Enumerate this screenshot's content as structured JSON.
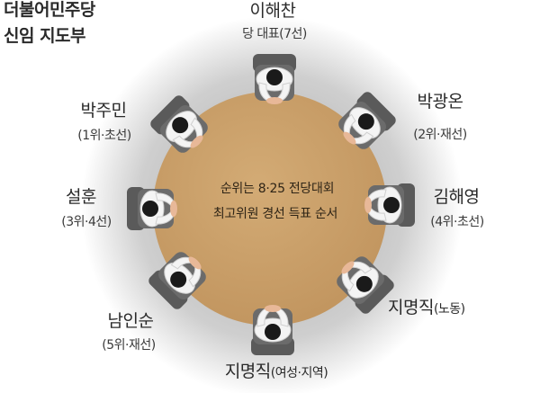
{
  "title": {
    "line1": "더불어민주당",
    "line2": "신임 지도부"
  },
  "center_note": {
    "line1": "순위는 8·25 전당대회",
    "line2": "최고위원 경선 득표 순서"
  },
  "members": [
    {
      "name": "이해찬",
      "role": "당 대표(7선)"
    },
    {
      "name": "박광온",
      "role": "(2위·재선)"
    },
    {
      "name": "김해영",
      "role": "(4위·초선)"
    },
    {
      "name": "지명직",
      "role": "(노동)"
    },
    {
      "name": "지명직",
      "role": "(여성·지역)"
    },
    {
      "name": "남인순",
      "role": "(5위·재선)"
    },
    {
      "name": "설훈",
      "role": "(3위·4선)"
    },
    {
      "name": "박주민",
      "role": "(1위·초선)"
    }
  ],
  "colors": {
    "table": "#c9a06a",
    "halo": "#bcbcbc",
    "chair": "#5a5a5a",
    "shirt": "#f4f4f4",
    "hair": "#1a1a1a",
    "skin": "#e8b898"
  }
}
